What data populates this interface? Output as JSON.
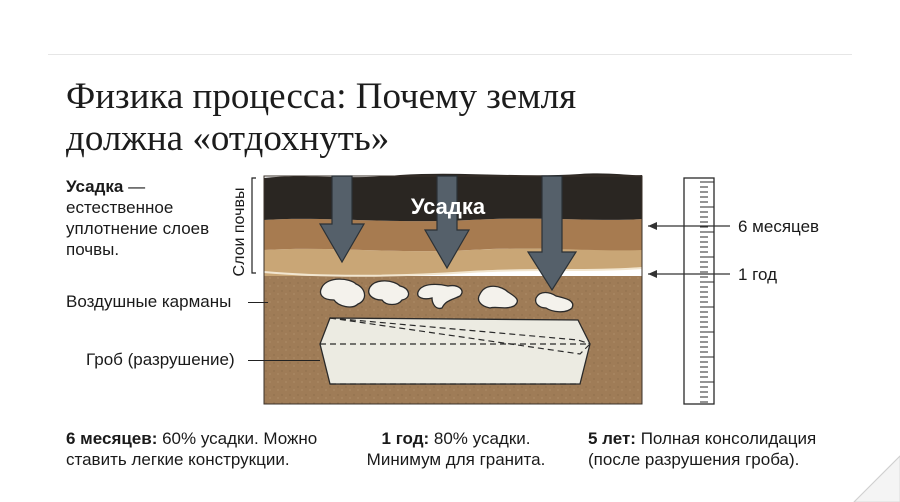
{
  "title_line1": "Физика процесса: Почему земля",
  "title_line2": "должна «отдохнуть»",
  "desc_term": "Усадка",
  "desc_text": " — естественное уплотнение слоев почвы.",
  "labels": {
    "soil_layers": "Слои почвы",
    "shrinkage": "Усадка",
    "air_pockets": "Воздушные карманы",
    "coffin": "Гроб (разрушение)",
    "six_months": "6 месяцев",
    "one_year": "1 год"
  },
  "bottom": [
    {
      "bold": "6 месяцев:",
      "line1": " 60% усадки. Можно",
      "line2": "ставить легкие конструкции."
    },
    {
      "bold": "1 год:",
      "line1": " 80% усадки.",
      "line2": "Минимум для гранита."
    },
    {
      "bold": "5 лет:",
      "line1": " Полная консолидация",
      "line2": "(после разрушения гроба)."
    }
  ],
  "colors": {
    "topsoil": "#2a2622",
    "layer2": "#a77b50",
    "layer3": "#c9a676",
    "subsoil": "#9f7c57",
    "arrow": "#55606a",
    "coffin": "#ecebe2"
  }
}
